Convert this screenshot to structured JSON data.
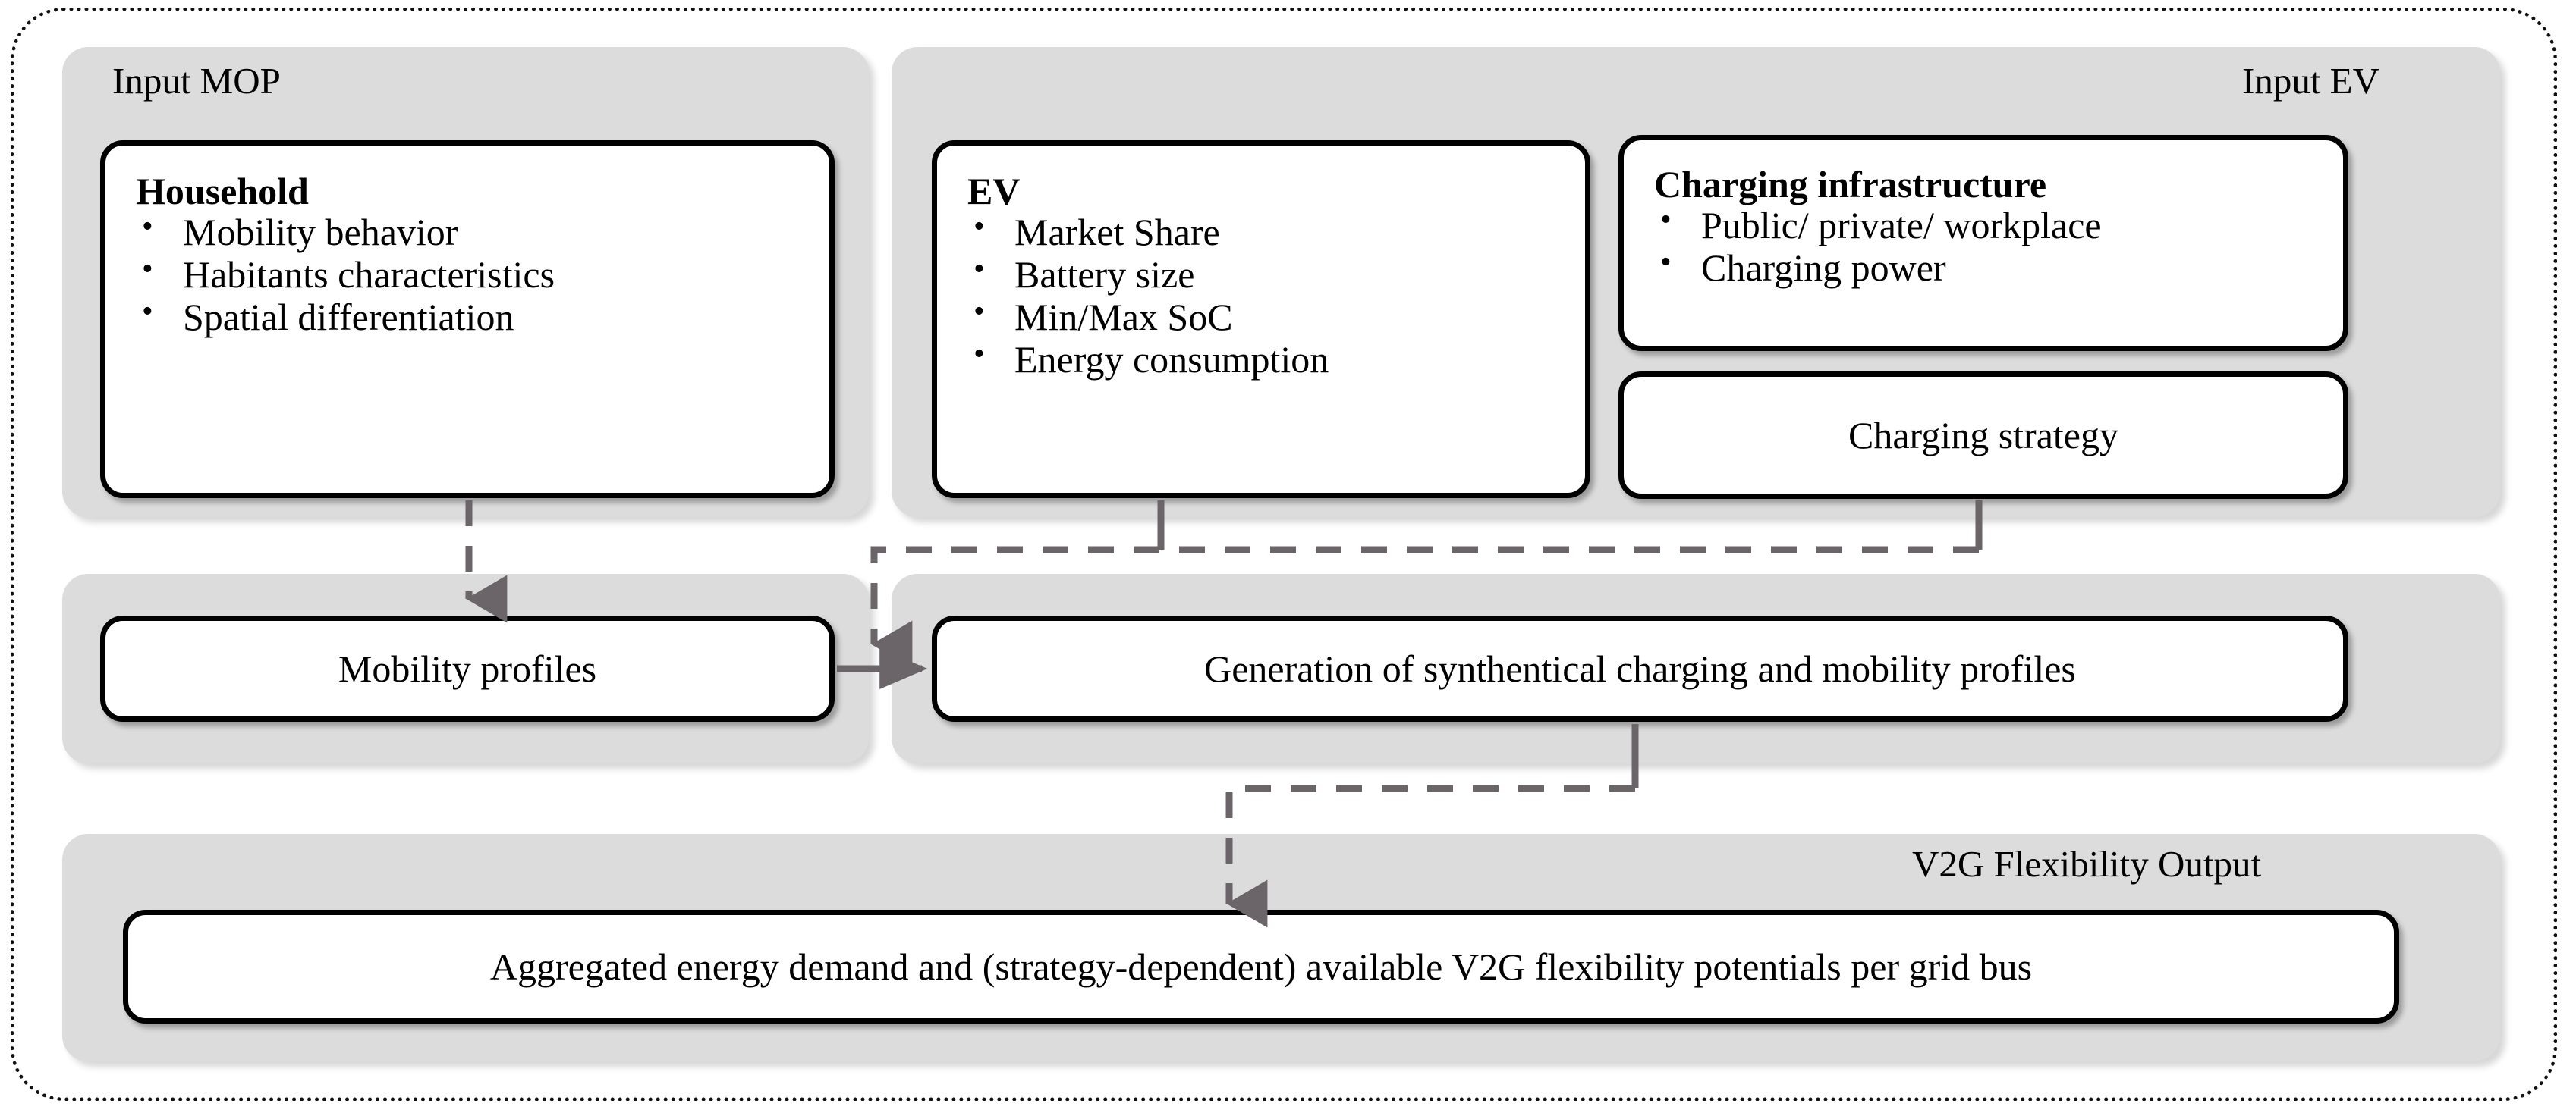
{
  "diagram": {
    "title_hidden": "",
    "colors": {
      "panel_fill": "#dcdcdc",
      "box_fill": "#ffffff",
      "box_border": "#000000",
      "connector": "#6b6569",
      "outer_border": "#111111"
    },
    "panels": {
      "input_mop": {
        "label": "Input MOP"
      },
      "input_ev": {
        "label": "Input EV"
      },
      "middle_left": {
        "label": ""
      },
      "middle_right": {
        "label": ""
      },
      "output": {
        "label": "V2G Flexibility  Output"
      }
    },
    "boxes": {
      "household": {
        "title": "Household",
        "bullets": [
          "Mobility behavior",
          "Habitants characteristics",
          "Spatial differentiation"
        ]
      },
      "ev": {
        "title": "EV",
        "bullets": [
          "Market Share",
          "Battery size",
          "Min/Max  SoC",
          "Energy consumption"
        ]
      },
      "charging_infrastructure": {
        "title": "Charging infrastructure",
        "bullets": [
          "Public/ private/ workplace",
          "Charging power"
        ]
      },
      "charging_strategy": {
        "text": "Charging strategy"
      },
      "mobility_profiles": {
        "text": "Mobility profiles"
      },
      "generation": {
        "text": "Generation of synthentical charging and mobility profiles"
      },
      "aggregated_output": {
        "text": "Aggregated energy demand and (strategy-dependent) available V2G flexibility potentials per grid bus"
      }
    },
    "connectors": [
      {
        "name": "household-to-mobility-profiles",
        "style": "dashed",
        "arrow": "down"
      },
      {
        "name": "ev-and-charging-to-generation",
        "style": "dashed",
        "arrow": "down"
      },
      {
        "name": "mobility-profiles-to-generation",
        "style": "solid",
        "arrow": "right"
      },
      {
        "name": "generation-to-output",
        "style": "dashed",
        "arrow": "down"
      }
    ]
  }
}
